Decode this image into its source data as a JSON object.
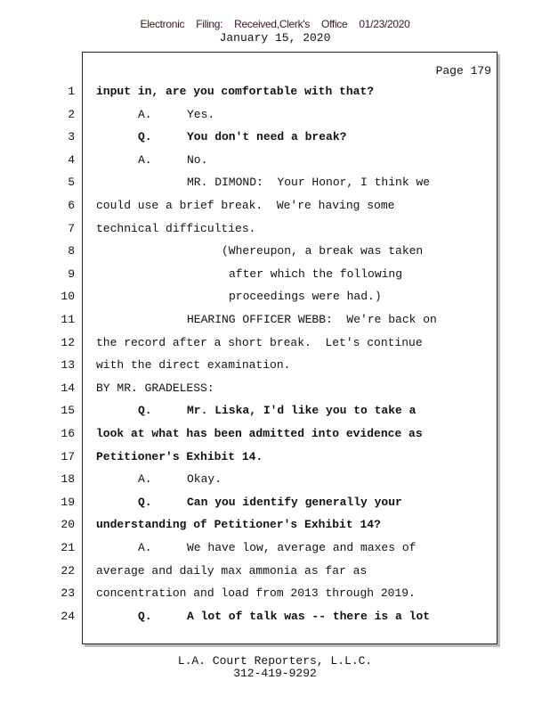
{
  "header": {
    "stamp": "Electronic Filing: Received,Clerk's Office 01/23/2020",
    "date": "January 15, 2020"
  },
  "page_label": "Page 179",
  "lines": [
    {
      "n": "1",
      "label": "",
      "text": "input in, are you comfortable with that?",
      "style": "cont q"
    },
    {
      "n": "2",
      "label": "A.",
      "text": "Yes.",
      "style": "qa"
    },
    {
      "n": "3",
      "label": "Q.",
      "text": "You don't need a break?",
      "style": "qa q"
    },
    {
      "n": "4",
      "label": "A.",
      "text": "No.",
      "style": "qa"
    },
    {
      "n": "5",
      "label": "",
      "text": "MR. DIMOND:  Your Honor, I think we",
      "style": "coll"
    },
    {
      "n": "6",
      "label": "",
      "text": "could use a brief break.  We're having some",
      "style": "cont"
    },
    {
      "n": "7",
      "label": "",
      "text": "technical difficulties.",
      "style": "cont"
    },
    {
      "n": "8",
      "label": "",
      "text": "(Whereupon, a break was taken",
      "style": "paren"
    },
    {
      "n": "9",
      "label": "",
      "text": "after which the following",
      "style": "paren2"
    },
    {
      "n": "10",
      "label": "",
      "text": "proceedings were had.)",
      "style": "paren2"
    },
    {
      "n": "11",
      "label": "",
      "text": "HEARING OFFICER WEBB:  We're back on",
      "style": "coll"
    },
    {
      "n": "12",
      "label": "",
      "text": "the record after a short break.  Let's continue",
      "style": "cont"
    },
    {
      "n": "13",
      "label": "",
      "text": "with the direct examination.",
      "style": "cont"
    },
    {
      "n": "14",
      "label": "",
      "text": "BY MR. GRADELESS:",
      "style": "cont"
    },
    {
      "n": "15",
      "label": "Q.",
      "text": "Mr. Liska, I'd like you to take a",
      "style": "qa q"
    },
    {
      "n": "16",
      "label": "",
      "text": "look at what has been admitted into evidence as",
      "style": "cont q"
    },
    {
      "n": "17",
      "label": "",
      "text": "Petitioner's Exhibit 14.",
      "style": "cont q"
    },
    {
      "n": "18",
      "label": "A.",
      "text": "Okay.",
      "style": "qa"
    },
    {
      "n": "19",
      "label": "Q.",
      "text": "Can you identify generally your",
      "style": "qa q"
    },
    {
      "n": "20",
      "label": "",
      "text": "understanding of Petitioner's Exhibit 14?",
      "style": "cont q"
    },
    {
      "n": "21",
      "label": "A.",
      "text": "We have low, average and maxes of",
      "style": "qa"
    },
    {
      "n": "22",
      "label": "",
      "text": "average and daily max ammonia as far as",
      "style": "cont"
    },
    {
      "n": "23",
      "label": "",
      "text": "concentration and load from 2013 through 2019.",
      "style": "cont"
    },
    {
      "n": "24",
      "label": "Q.",
      "text": "A lot of talk was -- there is a lot",
      "style": "qa q"
    }
  ],
  "footer": {
    "company": "L.A. Court Reporters, L.L.C.",
    "phone": "312-419-9292"
  }
}
